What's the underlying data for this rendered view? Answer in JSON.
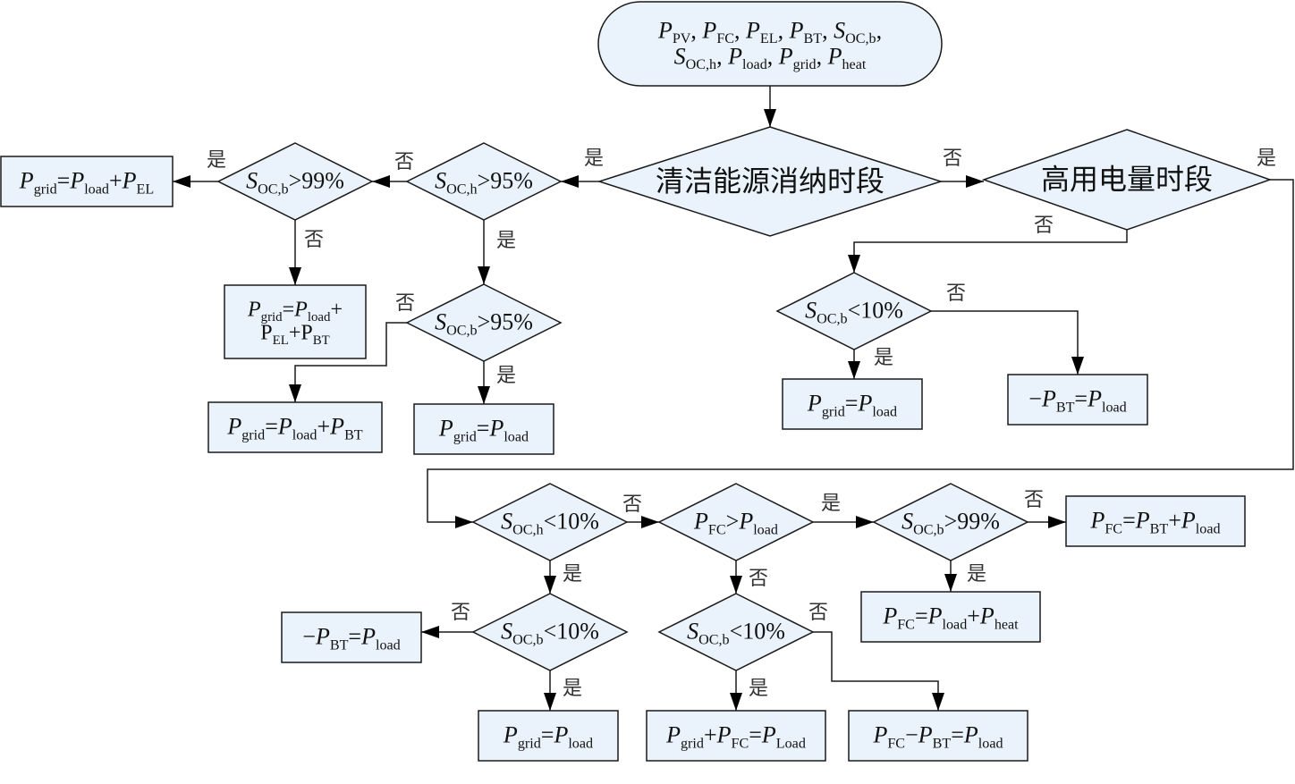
{
  "diagram": {
    "type": "flowchart",
    "colors": {
      "node_fill": "#eaf3fb",
      "stroke": "#1a1a1a",
      "arrow": "#000000",
      "text": "#111111",
      "background": "#ffffff"
    },
    "nodes": [
      {
        "id": "start",
        "shape": "terminator",
        "lines": [
          [
            {
              "t": "P",
              "i": true
            },
            {
              "t": "PV",
              "sub": true
            },
            {
              "t": ", "
            },
            {
              "t": "P",
              "i": true
            },
            {
              "t": "FC",
              "sub": true
            },
            {
              "t": ", "
            },
            {
              "t": "P",
              "i": true
            },
            {
              "t": "EL",
              "sub": true
            },
            {
              "t": ", "
            },
            {
              "t": "P",
              "i": true
            },
            {
              "t": "BT",
              "sub": true
            },
            {
              "t": ", "
            },
            {
              "t": "S",
              "i": true
            },
            {
              "t": "OC,b",
              "sub": true
            },
            {
              "t": ","
            }
          ],
          [
            {
              "t": "S",
              "i": true
            },
            {
              "t": "OC,h",
              "sub": true
            },
            {
              "t": ", "
            },
            {
              "t": "P",
              "i": true
            },
            {
              "t": "load",
              "sub": true
            },
            {
              "t": ", "
            },
            {
              "t": "P",
              "i": true
            },
            {
              "t": "grid",
              "sub": true
            },
            {
              "t": ", "
            },
            {
              "t": "P",
              "i": true
            },
            {
              "t": "heat",
              "sub": true
            }
          ]
        ]
      },
      {
        "id": "d_clean",
        "shape": "decision",
        "text": "清洁能源消纳时段"
      },
      {
        "id": "d_peak",
        "shape": "decision",
        "text": "高用电量时段"
      },
      {
        "id": "d_soch95",
        "shape": "decision",
        "lines": [
          [
            {
              "t": "S",
              "i": true
            },
            {
              "t": "OC,h",
              "sub": true
            },
            {
              "t": ">95%"
            }
          ]
        ]
      },
      {
        "id": "d_socb99_a",
        "shape": "decision",
        "lines": [
          [
            {
              "t": "S",
              "i": true
            },
            {
              "t": "OC,b",
              "sub": true
            },
            {
              "t": ">99%"
            }
          ]
        ]
      },
      {
        "id": "r_grid_load_el",
        "shape": "process",
        "lines": [
          [
            {
              "t": "P",
              "i": true
            },
            {
              "t": "grid",
              "sub": true
            },
            {
              "t": "="
            },
            {
              "t": "P",
              "i": true
            },
            {
              "t": "load",
              "sub": true
            },
            {
              "t": "+"
            },
            {
              "t": "P",
              "i": true
            },
            {
              "t": "EL",
              "sub": true
            }
          ]
        ]
      },
      {
        "id": "r_grid_load_el_bt",
        "shape": "process",
        "lines": [
          [
            {
              "t": "P",
              "i": true
            },
            {
              "t": "grid",
              "sub": true
            },
            {
              "t": "="
            },
            {
              "t": "P",
              "i": true
            },
            {
              "t": "load",
              "sub": true
            },
            {
              "t": "+"
            }
          ],
          [
            {
              "t": "P"
            },
            {
              "t": "EL",
              "sub": true
            },
            {
              "t": "+P"
            },
            {
              "t": "BT",
              "sub": true
            }
          ]
        ]
      },
      {
        "id": "d_socb95",
        "shape": "decision",
        "lines": [
          [
            {
              "t": "S",
              "i": true
            },
            {
              "t": "OC,b",
              "sub": true
            },
            {
              "t": ">95%"
            }
          ]
        ]
      },
      {
        "id": "r_grid_load_bt",
        "shape": "process",
        "lines": [
          [
            {
              "t": "P",
              "i": true
            },
            {
              "t": "grid",
              "sub": true
            },
            {
              "t": "="
            },
            {
              "t": "P",
              "i": true
            },
            {
              "t": "load",
              "sub": true
            },
            {
              "t": "+"
            },
            {
              "t": "P",
              "i": true
            },
            {
              "t": "BT",
              "sub": true
            }
          ]
        ]
      },
      {
        "id": "r_grid_load_a",
        "shape": "process",
        "lines": [
          [
            {
              "t": "P",
              "i": true
            },
            {
              "t": "grid",
              "sub": true
            },
            {
              "t": "="
            },
            {
              "t": "P",
              "i": true
            },
            {
              "t": "load",
              "sub": true
            }
          ]
        ]
      },
      {
        "id": "d_socb10_a",
        "shape": "decision",
        "lines": [
          [
            {
              "t": "S",
              "i": true
            },
            {
              "t": "OC,b",
              "sub": true
            },
            {
              "t": "<10%"
            }
          ]
        ]
      },
      {
        "id": "r_grid_load_b",
        "shape": "process",
        "lines": [
          [
            {
              "t": "P",
              "i": true
            },
            {
              "t": "grid",
              "sub": true
            },
            {
              "t": "="
            },
            {
              "t": "P",
              "i": true
            },
            {
              "t": "load",
              "sub": true
            }
          ]
        ]
      },
      {
        "id": "r_negbt_load_a",
        "shape": "process",
        "lines": [
          [
            {
              "t": "−"
            },
            {
              "t": "P",
              "i": true
            },
            {
              "t": "BT",
              "sub": true
            },
            {
              "t": "="
            },
            {
              "t": "P",
              "i": true
            },
            {
              "t": "load",
              "sub": true
            }
          ]
        ]
      },
      {
        "id": "d_soch10",
        "shape": "decision",
        "lines": [
          [
            {
              "t": "S",
              "i": true
            },
            {
              "t": "OC,h",
              "sub": true
            },
            {
              "t": "<10%"
            }
          ]
        ]
      },
      {
        "id": "d_pfc_pload",
        "shape": "decision",
        "lines": [
          [
            {
              "t": "P",
              "i": true
            },
            {
              "t": "FC",
              "sub": true
            },
            {
              "t": ">"
            },
            {
              "t": "P",
              "i": true
            },
            {
              "t": "load",
              "sub": true
            }
          ]
        ]
      },
      {
        "id": "d_socb99_b",
        "shape": "decision",
        "lines": [
          [
            {
              "t": "S",
              "i": true
            },
            {
              "t": "OC,b",
              "sub": true
            },
            {
              "t": ">99%"
            }
          ]
        ]
      },
      {
        "id": "r_fc_bt_load",
        "shape": "process",
        "lines": [
          [
            {
              "t": "P",
              "i": true
            },
            {
              "t": "FC",
              "sub": true
            },
            {
              "t": "="
            },
            {
              "t": "P",
              "i": true
            },
            {
              "t": "BT",
              "sub": true
            },
            {
              "t": "+"
            },
            {
              "t": "P",
              "i": true
            },
            {
              "t": "load",
              "sub": true
            }
          ]
        ]
      },
      {
        "id": "r_fc_load_heat",
        "shape": "process",
        "lines": [
          [
            {
              "t": "P",
              "i": true
            },
            {
              "t": "FC",
              "sub": true
            },
            {
              "t": "="
            },
            {
              "t": "P",
              "i": true
            },
            {
              "t": "load",
              "sub": true
            },
            {
              "t": "+"
            },
            {
              "t": "P",
              "i": true
            },
            {
              "t": "heat",
              "sub": true
            }
          ]
        ]
      },
      {
        "id": "d_socb10_b",
        "shape": "decision",
        "lines": [
          [
            {
              "t": "S",
              "i": true
            },
            {
              "t": "OC,b",
              "sub": true
            },
            {
              "t": "<10%"
            }
          ]
        ]
      },
      {
        "id": "r_negbt_load_b",
        "shape": "process",
        "lines": [
          [
            {
              "t": "−"
            },
            {
              "t": "P",
              "i": true
            },
            {
              "t": "BT",
              "sub": true
            },
            {
              "t": "="
            },
            {
              "t": "P",
              "i": true
            },
            {
              "t": "load",
              "sub": true
            }
          ]
        ]
      },
      {
        "id": "r_grid_load_c",
        "shape": "process",
        "lines": [
          [
            {
              "t": "P",
              "i": true
            },
            {
              "t": "grid",
              "sub": true
            },
            {
              "t": "="
            },
            {
              "t": "P",
              "i": true
            },
            {
              "t": "load",
              "sub": true
            }
          ]
        ]
      },
      {
        "id": "d_socb10_c",
        "shape": "decision",
        "lines": [
          [
            {
              "t": "S",
              "i": true
            },
            {
              "t": "OC,b",
              "sub": true
            },
            {
              "t": "<10%"
            }
          ]
        ]
      },
      {
        "id": "r_grid_fc_load",
        "shape": "process",
        "lines": [
          [
            {
              "t": "P",
              "i": true
            },
            {
              "t": "grid",
              "sub": true
            },
            {
              "t": "+"
            },
            {
              "t": "P",
              "i": true
            },
            {
              "t": "FC",
              "sub": true
            },
            {
              "t": "="
            },
            {
              "t": "P",
              "i": true
            },
            {
              "t": "Load",
              "sub": true
            }
          ]
        ]
      },
      {
        "id": "r_fc_bt_eq_load",
        "shape": "process",
        "lines": [
          [
            {
              "t": "P",
              "i": true
            },
            {
              "t": "FC",
              "sub": true
            },
            {
              "t": "−"
            },
            {
              "t": "P",
              "i": true
            },
            {
              "t": "BT",
              "sub": true
            },
            {
              "t": "="
            },
            {
              "t": "P",
              "i": true
            },
            {
              "t": "load",
              "sub": true
            }
          ]
        ]
      }
    ],
    "edges": [
      {
        "from": "start",
        "to": "d_clean",
        "label": ""
      },
      {
        "from": "d_clean",
        "to": "d_soch95",
        "label": "是"
      },
      {
        "from": "d_clean",
        "to": "d_peak",
        "label": "否"
      },
      {
        "from": "d_soch95",
        "to": "d_socb99_a",
        "label": "否"
      },
      {
        "from": "d_soch95",
        "to": "d_socb95",
        "label": "是"
      },
      {
        "from": "d_socb99_a",
        "to": "r_grid_load_el",
        "label": "是"
      },
      {
        "from": "d_socb99_a",
        "to": "r_grid_load_el_bt",
        "label": "否"
      },
      {
        "from": "d_socb95",
        "to": "r_grid_load_bt",
        "label": "否"
      },
      {
        "from": "d_socb95",
        "to": "r_grid_load_a",
        "label": "是"
      },
      {
        "from": "d_peak",
        "to": "d_socb10_a",
        "label": "否"
      },
      {
        "from": "d_peak",
        "to": "d_soch10",
        "label": "是"
      },
      {
        "from": "d_socb10_a",
        "to": "r_grid_load_b",
        "label": "是"
      },
      {
        "from": "d_socb10_a",
        "to": "r_negbt_load_a",
        "label": "否"
      },
      {
        "from": "d_soch10",
        "to": "d_pfc_pload",
        "label": "否"
      },
      {
        "from": "d_soch10",
        "to": "d_socb10_b",
        "label": "是"
      },
      {
        "from": "d_pfc_pload",
        "to": "d_socb99_b",
        "label": "是"
      },
      {
        "from": "d_pfc_pload",
        "to": "d_socb10_c",
        "label": "否"
      },
      {
        "from": "d_socb99_b",
        "to": "r_fc_bt_load",
        "label": "否"
      },
      {
        "from": "d_socb99_b",
        "to": "r_fc_load_heat",
        "label": "是"
      },
      {
        "from": "d_socb10_b",
        "to": "r_negbt_load_b",
        "label": "否"
      },
      {
        "from": "d_socb10_b",
        "to": "r_grid_load_c",
        "label": "是"
      },
      {
        "from": "d_socb10_c",
        "to": "r_grid_fc_load",
        "label": "是"
      },
      {
        "from": "d_socb10_c",
        "to": "r_fc_bt_eq_load",
        "label": "否"
      }
    ]
  }
}
